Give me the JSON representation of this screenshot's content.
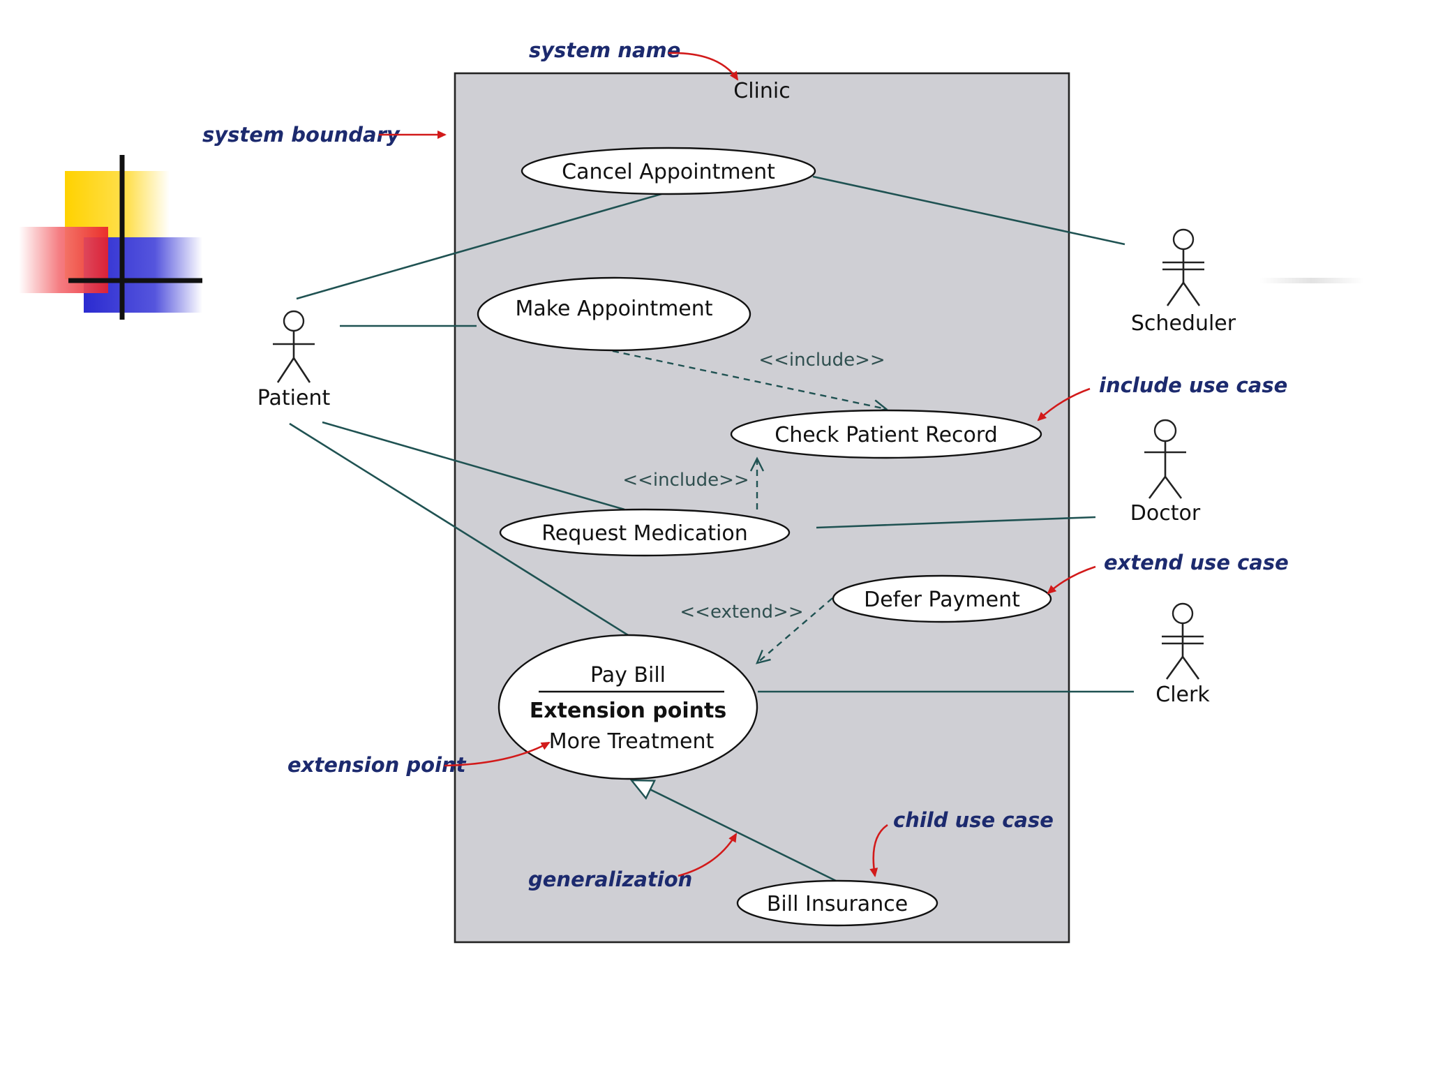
{
  "diagram": {
    "system_name": "Clinic",
    "annotations": {
      "system_name": "system name",
      "system_boundary": "system boundary",
      "include_use_case": "include use case",
      "extend_use_case": "extend use case",
      "extension_point": "extension point",
      "generalization": "generalization",
      "child_use_case": "child use case"
    },
    "use_cases": {
      "cancel_appointment": "Cancel Appointment",
      "make_appointment": "Make Appointment",
      "check_patient_record": "Check Patient Record",
      "request_medication": "Request Medication",
      "defer_payment": "Defer Payment",
      "pay_bill": "Pay Bill",
      "bill_insurance": "Bill Insurance"
    },
    "extension_points_title": "Extension points",
    "extension_point_item": "More Treatment",
    "stereotypes": {
      "include_1": "<<include>>",
      "include_2": "<<include>>",
      "extend": "<<extend>>"
    },
    "actors": {
      "patient": "Patient",
      "scheduler": "Scheduler",
      "doctor": "Doctor",
      "clerk": "Clerk"
    }
  },
  "colors": {
    "system_fill": "#cfcfd4",
    "connector": "#1f5252",
    "annotation_text": "#1c2a6e",
    "annotation_arrow": "#d21a1a",
    "logo_yellow": "#ffd200",
    "logo_red": "#e8202a",
    "logo_blue": "#2b2bd0"
  }
}
